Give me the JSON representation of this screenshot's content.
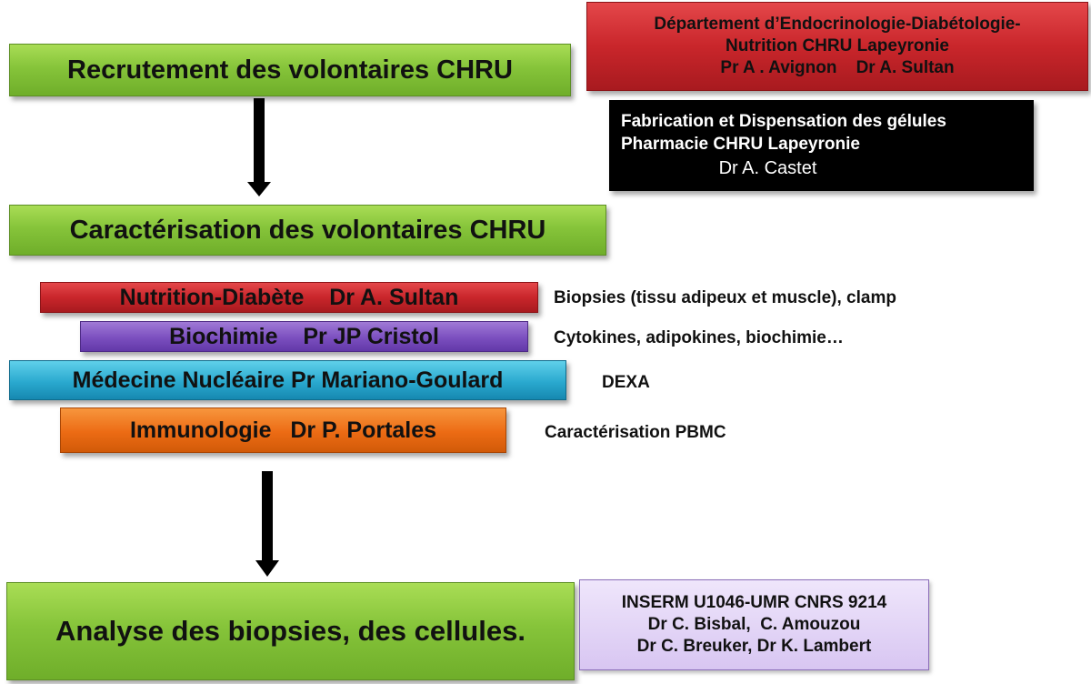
{
  "steps": {
    "recruitment": "Recrutement des volontaires CHRU",
    "characterisation": "Caractérisation des volontaires CHRU",
    "analysis": "Analyse des biopsies, des cellules."
  },
  "endocrinology": {
    "line1": "Département d’Endocrinologie-Diabétologie-",
    "line2": "Nutrition CHRU Lapeyronie",
    "line3": "Pr A . Avignon    Dr A. Sultan"
  },
  "pharmacy": {
    "line1": "Fabrication et Dispensation des gélules",
    "line2": "Pharmacie CHRU Lapeyronie",
    "line3": "Dr A. Castet"
  },
  "services": [
    {
      "label": "Nutrition-Diabète    Dr A. Sultan",
      "note": "Biopsies (tissu adipeux et muscle), clamp"
    },
    {
      "label": "Biochimie    Pr JP Cristol",
      "note": "Cytokines, adipokines, biochimie…"
    },
    {
      "label": "Médecine Nucléaire Pr Mariano-Goulard",
      "note": "DEXA"
    },
    {
      "label": "Immunologie   Dr P. Portales",
      "note": "Caractérisation PBMC"
    }
  ],
  "inserm": {
    "line1": "INSERM U1046-UMR CNRS 9214",
    "line2": "Dr C. Bisbal,  C. Amouzou",
    "line3": "Dr C. Breuker, Dr K. Lambert"
  },
  "colors": {
    "green": "#86c43a",
    "red": "#c9262b",
    "purple": "#7b4fbf",
    "cyan": "#2aa9cf",
    "orange": "#ec6b14",
    "black": "#000000",
    "lavender": "#d8c6f2"
  }
}
